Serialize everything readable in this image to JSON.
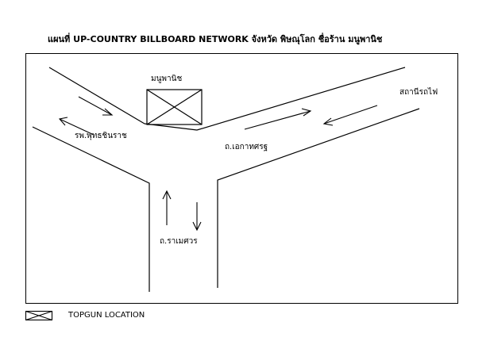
{
  "map": {
    "title": "แผนที่ UP-COUNTRY BILLBOARD NETWORK จังหวัด พิษณุโลก ชื่อร้าน มนูพานิช",
    "labels": {
      "shop": "มนูพานิช",
      "hospital": "รพ.พุทธชินราช",
      "road_ekathotsarot": "ถ.เอกาทศรฐ",
      "station": "สถานีรถไฟ",
      "road_ramesuan": "ถ.ราเมศวร"
    }
  },
  "legend": {
    "label": "TOPGUN LOCATION",
    "icon": "crossed-box-icon"
  }
}
